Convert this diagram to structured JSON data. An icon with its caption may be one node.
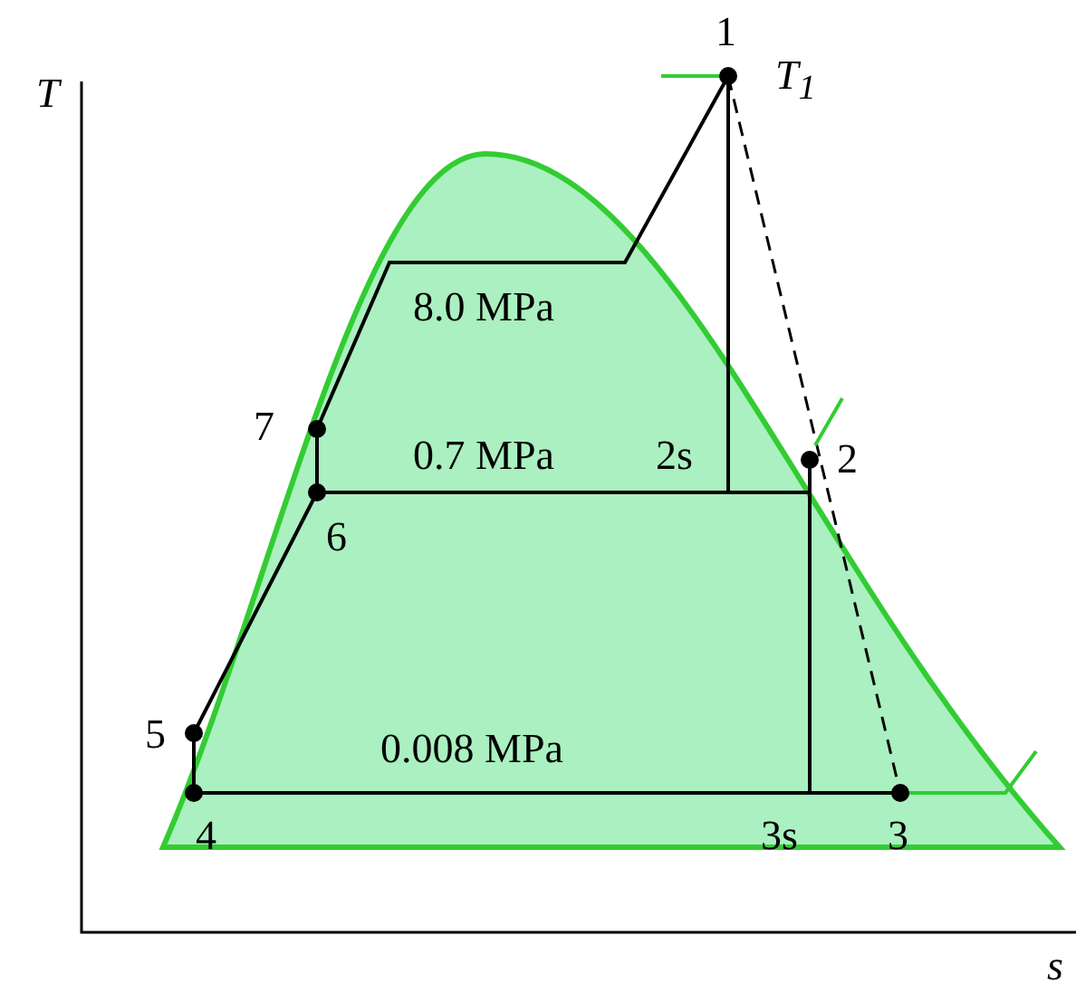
{
  "diagram": {
    "labels": [
      "T",
      "1",
      "T$_{1}$",
      "8.0 MPa",
      "7",
      "0.7 MPa",
      "2s",
      "2",
      "6",
      "5",
      "0.008 MPa",
      "4",
      "3s",
      "3",
      "s"
    ]
  }
}
